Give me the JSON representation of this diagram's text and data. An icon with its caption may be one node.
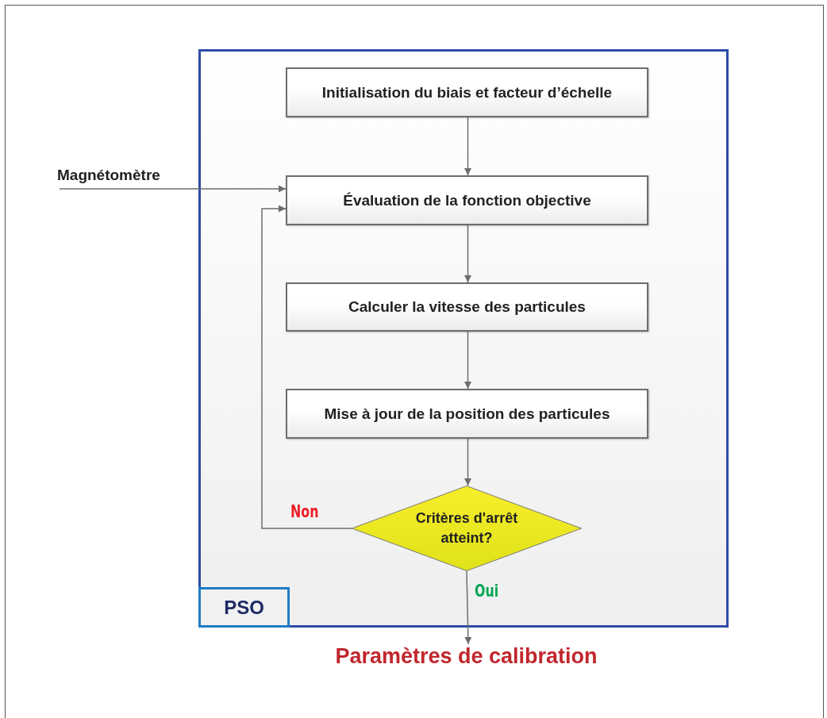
{
  "diagram": {
    "nodes": [
      {
        "text": [
          "PSO"
        ]
      },
      {
        "text": [
          "Initialisation du biais et facteur d’échelle"
        ],
        "in": 0
      },
      {
        "text": [
          "Évaluation de la fonction objective"
        ],
        "in": 0
      },
      {
        "text": [
          "Calculer la vitesse des particules"
        ],
        "in": 0
      },
      {
        "text": [
          "Mise à jour de la position des particules"
        ],
        "in": 0
      },
      {
        "text": [
          "Critères d'arrêt atteint?"
        ],
        "in": 0
      },
      {
        "text": [
          "Magnétomètre"
        ]
      },
      {
        "text": [
          "Paramètres de calibration"
        ]
      }
    ],
    "edges": [
      {
        "from": 1,
        "to": 2,
        "arrow": "to"
      },
      {
        "from": 6,
        "to": 2,
        "arrow": "to"
      },
      {
        "from": 2,
        "to": 3,
        "arrow": "to"
      },
      {
        "from": 3,
        "to": 4,
        "arrow": "to"
      },
      {
        "from": 4,
        "to": 5,
        "arrow": "to"
      },
      {
        "from": 5,
        "to": 2,
        "arrow": "to",
        "label": "Non"
      },
      {
        "from": 5,
        "to": 7,
        "arrow": "to",
        "label": "Oui"
      }
    ]
  }
}
